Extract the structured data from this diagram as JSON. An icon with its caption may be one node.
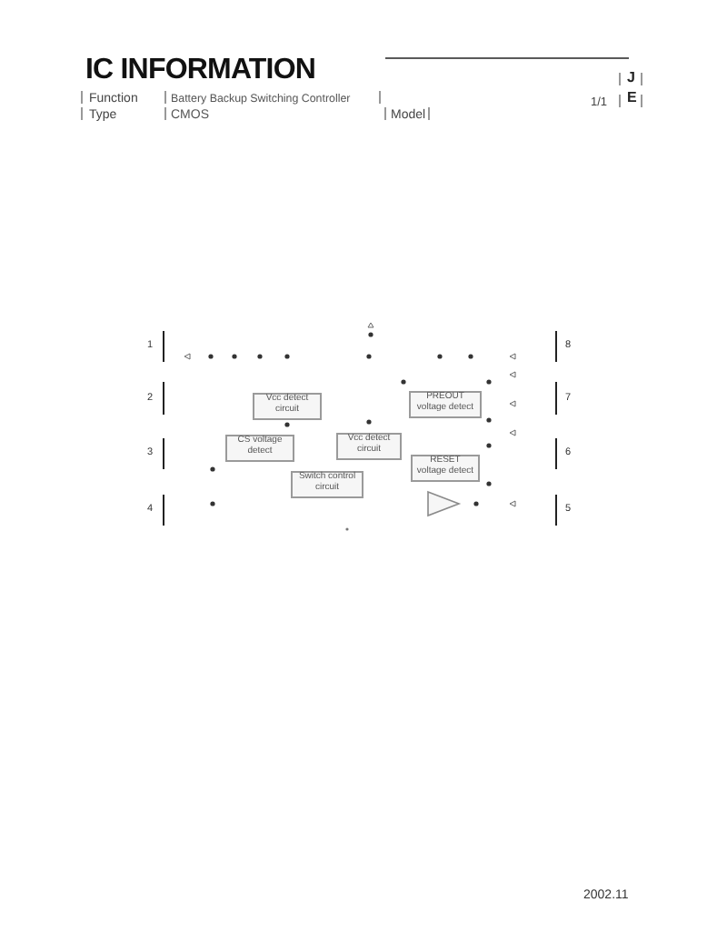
{
  "diagram": {
    "title": "IC INFORMATION",
    "nodes": [
      {
        "text": [
          "Vcc detect circuit"
        ]
      },
      {
        "text": [
          "CS voltage detect"
        ]
      },
      {
        "text": [
          "Vcc detect circuit"
        ]
      },
      {
        "text": [
          "Switch control circuit"
        ]
      },
      {
        "text": [
          "PREOUT voltage detect"
        ]
      },
      {
        "text": [
          "RESET voltage detect"
        ]
      },
      {
        "text": [],
        "shape": "triangle"
      }
    ],
    "labels": [
      "J",
      "Function",
      "Battery Backup Switching Controller",
      "1/1",
      "E",
      "Type",
      "CMOS",
      "Model",
      "1",
      "8",
      "2",
      "7",
      "3",
      "6",
      "4",
      "5",
      "2002.11"
    ]
  }
}
